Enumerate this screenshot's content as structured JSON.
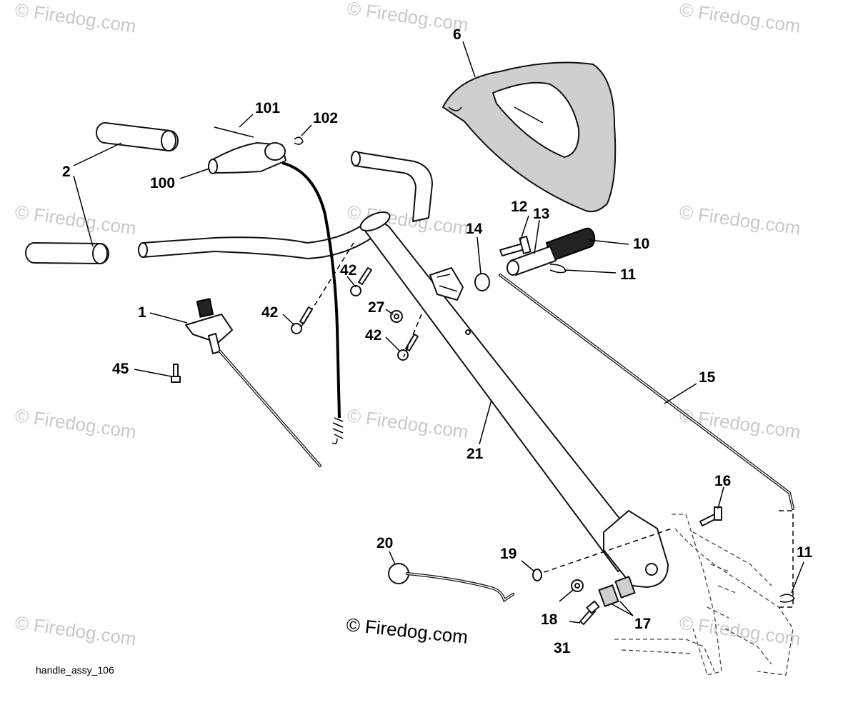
{
  "watermark_text": "© Firedog.com",
  "copyright_text": "© Firedog.com",
  "diagram_label": "handle_assy_106",
  "callouts": {
    "c1": "1",
    "c2": "2",
    "c6": "6",
    "c10": "10",
    "c11a": "11",
    "c11b": "11",
    "c12": "12",
    "c13": "13",
    "c14": "14",
    "c15": "15",
    "c16": "16",
    "c17": "17",
    "c18": "18",
    "c19": "19",
    "c20": "20",
    "c21": "21",
    "c27": "27",
    "c31": "31",
    "c42a": "42",
    "c42b": "42",
    "c42c": "42",
    "c45": "45",
    "c100": "100",
    "c101": "101",
    "c102": "102"
  }
}
